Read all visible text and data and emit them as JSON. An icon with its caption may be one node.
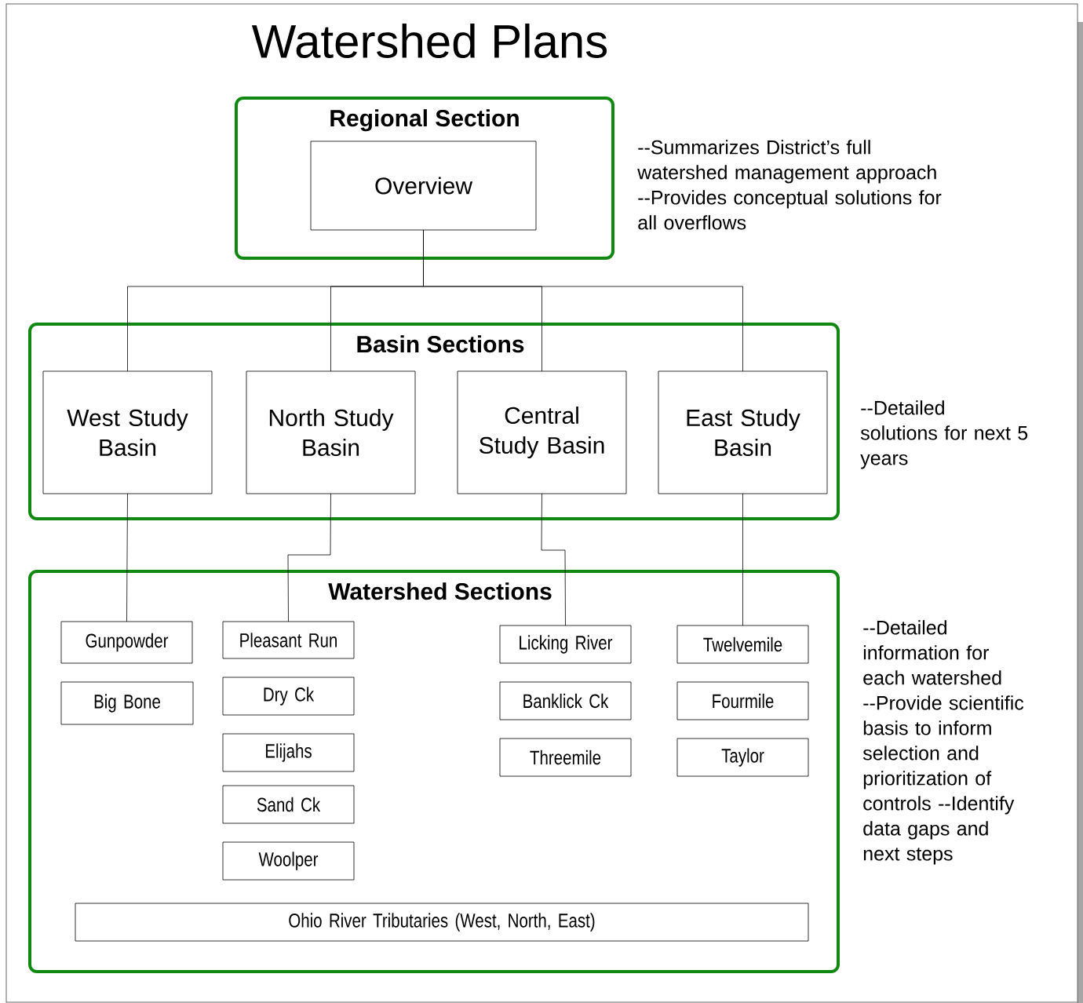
{
  "diagram": {
    "title": "Watershed Plans",
    "nodes": [
      {
        "text": [
          "Regional Section"
        ],
        "beside": [
          "--Summarizes District’s full watershed management approach --Provides conceptual solutions for all overflows"
        ]
      },
      {
        "text": [
          "Overview"
        ],
        "in": 0
      },
      {
        "text": [
          "Basin Sections"
        ],
        "beside": [
          "--Detailed solutions for next 5 years"
        ]
      },
      {
        "text": [
          "West Study Basin"
        ],
        "in": 2
      },
      {
        "text": [
          "North Study Basin"
        ],
        "in": 2
      },
      {
        "text": [
          "Central Study Basin"
        ],
        "in": 2
      },
      {
        "text": [
          "East Study Basin"
        ],
        "in": 2
      },
      {
        "text": [
          "Watershed Sections"
        ],
        "beside": [
          "--Detailed information for each watershed --Provide scientific basis to inform selection and prioritization of controls --Identify data gaps and next steps"
        ]
      },
      {
        "text": [
          "Gunpowder"
        ],
        "in": 7
      },
      {
        "text": [
          "Big Bone"
        ],
        "in": 7
      },
      {
        "text": [
          "Pleasant Run"
        ],
        "in": 7
      },
      {
        "text": [
          "Dry Ck"
        ],
        "in": 7
      },
      {
        "text": [
          "Elijahs"
        ],
        "in": 7
      },
      {
        "text": [
          "Sand Ck"
        ],
        "in": 7
      },
      {
        "text": [
          "Woolper"
        ],
        "in": 7
      },
      {
        "text": [
          "Licking River"
        ],
        "in": 7
      },
      {
        "text": [
          "Banklick Ck"
        ],
        "in": 7
      },
      {
        "text": [
          "Threemile"
        ],
        "in": 7
      },
      {
        "text": [
          "Twelvemile"
        ],
        "in": 7
      },
      {
        "text": [
          "Fourmile"
        ],
        "in": 7
      },
      {
        "text": [
          "Taylor"
        ],
        "in": 7
      },
      {
        "text": [
          "Ohio River Tributaries (West, North, East)"
        ],
        "in": 7
      }
    ],
    "edges": [
      {
        "from": 1,
        "to": 3,
        "arrow": "none"
      },
      {
        "from": 1,
        "to": 4,
        "arrow": "none"
      },
      {
        "from": 1,
        "to": 5,
        "arrow": "none"
      },
      {
        "from": 1,
        "to": 6,
        "arrow": "none"
      },
      {
        "from": 3,
        "to": 8,
        "arrow": "none"
      },
      {
        "from": 4,
        "to": 10,
        "arrow": "none"
      },
      {
        "from": 5,
        "to": 15,
        "arrow": "none"
      },
      {
        "from": 6,
        "to": 18,
        "arrow": "none"
      }
    ]
  }
}
